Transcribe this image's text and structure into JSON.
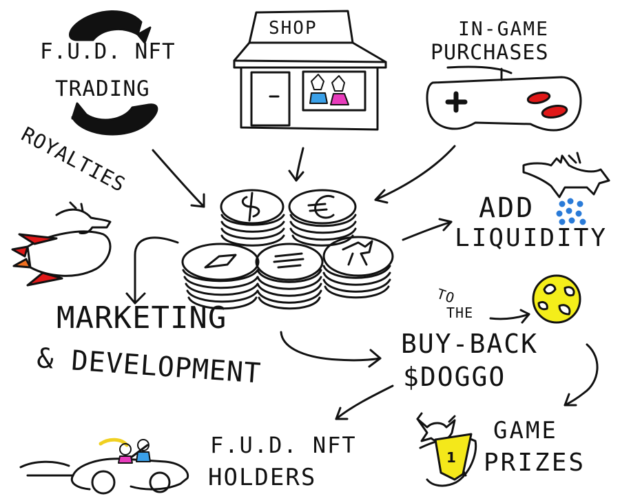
{
  "labels": {
    "shop": "SHOP",
    "in_game_line1": "IN-GAME",
    "in_game_line2": "PURCHASES",
    "fud_trading_line1": "F.U.D. NFT",
    "fud_trading_line2": "TRADING",
    "royalties": "ROYALTIES",
    "add_line1": "ADD",
    "add_line2": "LIQUIDITY",
    "to": "TO",
    "the": "THE",
    "marketing_line1": "MARKETING",
    "marketing_line2": "& DEVELOPMENT",
    "buyback_line1": "BUY-BACK",
    "buyback_line2": "$DOGGO",
    "holders_line1": "F.U.D. NFT",
    "holders_line2": "HOLDERS",
    "game_line1": "GAME",
    "game_line2": "PRIZES",
    "medal_number": "1"
  },
  "colors": {
    "ink": "#111111",
    "rocket_red": "#e01818",
    "rocket_flame": "#f07020",
    "controller_red": "#e01818",
    "water_blue": "#2a7bd8",
    "moon_yellow": "#f4ee1a",
    "medal_yellow": "#f4e81a",
    "shop_dog_blue": "#3aa0e8",
    "shop_dog_pink": "#e83cbc",
    "driver_hair": "#f0d020",
    "driver_shirt_pink": "#e83cbc",
    "driver_shirt_blue": "#3aa0e8"
  },
  "icons": [
    "recycle-arrows-icon",
    "shop-icon",
    "game-controller-icon",
    "coin-stacks-icon",
    "rocket-dog-icon",
    "dog-icon",
    "water-drops-icon",
    "moon-icon",
    "convertible-car-icon",
    "winner-dog-icon",
    "medal-icon"
  ]
}
